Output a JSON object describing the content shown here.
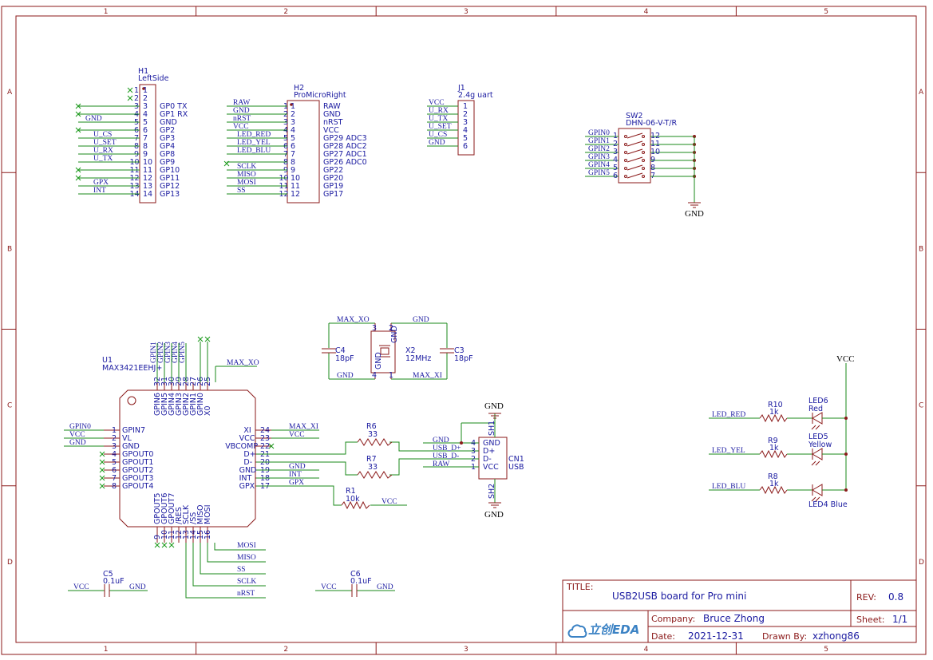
{
  "ruler": {
    "columns": [
      "1",
      "2",
      "3",
      "4",
      "5"
    ],
    "rows": [
      "A",
      "B",
      "C",
      "D"
    ]
  },
  "h1": {
    "ref": "H1",
    "value": "LeftSide",
    "pins": [
      "1",
      "2",
      "3",
      "4",
      "5",
      "6",
      "7",
      "8",
      "9",
      "10",
      "11",
      "12",
      "13",
      "14"
    ],
    "labels": [
      "GP0  TX",
      "GP1  RX",
      "GND",
      "GP2",
      "GP3",
      "GP4",
      "GP8",
      "GP9",
      "GP10",
      "GP11",
      "GP12",
      "GP13"
    ],
    "nets": {
      "gnd": "GND",
      "ucs": "U_CS",
      "uset": "U_SET",
      "urx": "U_RX",
      "utx": "U_TX",
      "gpx": "GPX",
      "int": "INT"
    }
  },
  "h2": {
    "ref": "H2",
    "value": "ProMicroRight",
    "pins": [
      "1",
      "2",
      "3",
      "4",
      "5",
      "6",
      "7",
      "8",
      "9",
      "10",
      "11",
      "12"
    ],
    "labels": [
      "RAW",
      "GND",
      "nRST",
      "VCC",
      "GP29  ADC3",
      "GP28  ADC2",
      "GP27  ADC1",
      "GP26  ADC0",
      "GP22",
      "GP20",
      "GP19",
      "GP17"
    ],
    "nets": [
      "RAW",
      "GND",
      "nRST",
      "VCC",
      "LED_RED",
      "LED_YEL",
      "LED_BLU",
      "SCLK",
      "MISO",
      "MOSI",
      "SS"
    ]
  },
  "j1": {
    "ref": "J1",
    "value": "2.4g uart",
    "pins": [
      "1",
      "2",
      "3",
      "4",
      "5",
      "6"
    ],
    "nets": [
      "VCC",
      "U_RX",
      "U_TX",
      "U_SET",
      "U_CS",
      "GND"
    ]
  },
  "sw2": {
    "ref": "SW2",
    "value": "DHN-06-V-T/R",
    "left_pins": [
      "1",
      "2",
      "3",
      "4",
      "5",
      "6"
    ],
    "right_pins": [
      "12",
      "11",
      "10",
      "9",
      "8",
      "7"
    ],
    "nets": [
      "GPIN0",
      "GPIN1",
      "GPIN2",
      "GPIN3",
      "GPIN4",
      "GPIN5"
    ],
    "gnd": "GND"
  },
  "u1": {
    "ref": "U1",
    "value": "MAX3421EEHJ+",
    "top_pins": [
      "32",
      "31",
      "30",
      "29",
      "28",
      "27",
      "26",
      "25"
    ],
    "top_labels": [
      "GPIN6",
      "GPIN5",
      "GPIN4",
      "GPIN3",
      "GPIN2",
      "GPIN1",
      "GPIN0",
      "X0"
    ],
    "top_nets": [
      "GPIN1",
      "GPIN2",
      "GPIN3",
      "GPIN4",
      "GPIN5"
    ],
    "max_xo": "MAX_XO",
    "left_pins": [
      "1",
      "2",
      "3",
      "4",
      "5",
      "6",
      "7",
      "8"
    ],
    "left_labels": [
      "GPIN7",
      "VL",
      "GND",
      "GPOUT0",
      "GPOUT1",
      "GPOUT2",
      "GPOUT3",
      "GPOUT4"
    ],
    "left_nets": [
      "GPIN0",
      "VCC",
      "GND"
    ],
    "right_pins": [
      "24",
      "23",
      "22",
      "21",
      "20",
      "19",
      "18",
      "17"
    ],
    "right_labels": [
      "XI",
      "VCC",
      "VBCOMP",
      "D+",
      "D-",
      "GND",
      "INT",
      "GPX"
    ],
    "right_nets": [
      "MAX_XI",
      "VCC",
      "GND",
      "INT",
      "GPX"
    ],
    "bottom_pins": [
      "9",
      "10",
      "11",
      "12",
      "13",
      "14",
      "15",
      "16"
    ],
    "bottom_labels": [
      "GPOUT5",
      "GPOUT6",
      "GPOUT7",
      "/RES",
      "SCLK",
      "/SS",
      "MISO",
      "MOSI"
    ],
    "bottom_nets": [
      "MOSI",
      "MISO",
      "SS",
      "SCLK",
      "nRST"
    ]
  },
  "crystal": {
    "x2_ref": "X2",
    "x2_value": "12MHz",
    "c4_ref": "C4",
    "c4_value": "18pF",
    "c3_ref": "C3",
    "c3_value": "18pF",
    "pin_nums": [
      "3",
      "2",
      "4",
      "1"
    ],
    "pin_gnd": "GND",
    "nets": {
      "max_xo": "MAX_XO",
      "max_xi": "MAX_XI",
      "gnd": "GND"
    }
  },
  "usb": {
    "r6_ref": "R6",
    "r6_value": "33",
    "r7_ref": "R7",
    "r7_value": "33",
    "r1_ref": "R1",
    "r1_value": "10k",
    "r1_net": "VCC",
    "cn1_ref": "CN1",
    "cn1_value": "USB",
    "pins": [
      "4",
      "3",
      "2",
      "1"
    ],
    "labels": [
      "GND",
      "D+",
      "D-",
      "VCC"
    ],
    "nets": [
      "GND",
      "USB_D+",
      "USB_D-",
      "RAW"
    ],
    "sh1": "SH1",
    "sh2": "SH2",
    "gnd": "GND"
  },
  "leds": {
    "vcc": "VCC",
    "rows": [
      {
        "net": "LED_RED",
        "r_ref": "R10",
        "r_val": "1k",
        "led_ref": "LED6",
        "led_val": "Red"
      },
      {
        "net": "LED_YEL",
        "r_ref": "R9",
        "r_val": "1k",
        "led_ref": "LED5",
        "led_val": "Yellow"
      },
      {
        "net": "LED_BLU",
        "r_ref": "R8",
        "r_val": "1k",
        "led_ref": "LED4  Blue",
        "led_val": ""
      }
    ]
  },
  "caps": [
    {
      "ref": "C5",
      "value": "0.1uF",
      "left": "VCC",
      "right": "GND"
    },
    {
      "ref": "C6",
      "value": "0.1uF",
      "left": "VCC",
      "right": "GND"
    }
  ],
  "title_block": {
    "title_label": "TITLE:",
    "title": "USB2USB board for Pro mini",
    "rev_label": "REV:",
    "rev": "0.8",
    "company_label": "Company:",
    "company": "Bruce Zhong",
    "sheet_label": "Sheet:",
    "sheet": "1/1",
    "date_label": "Date:",
    "date": "2021-12-31",
    "drawn_label": "Drawn By:",
    "drawn": "xzhong86",
    "logo_text": "立创EDA"
  }
}
